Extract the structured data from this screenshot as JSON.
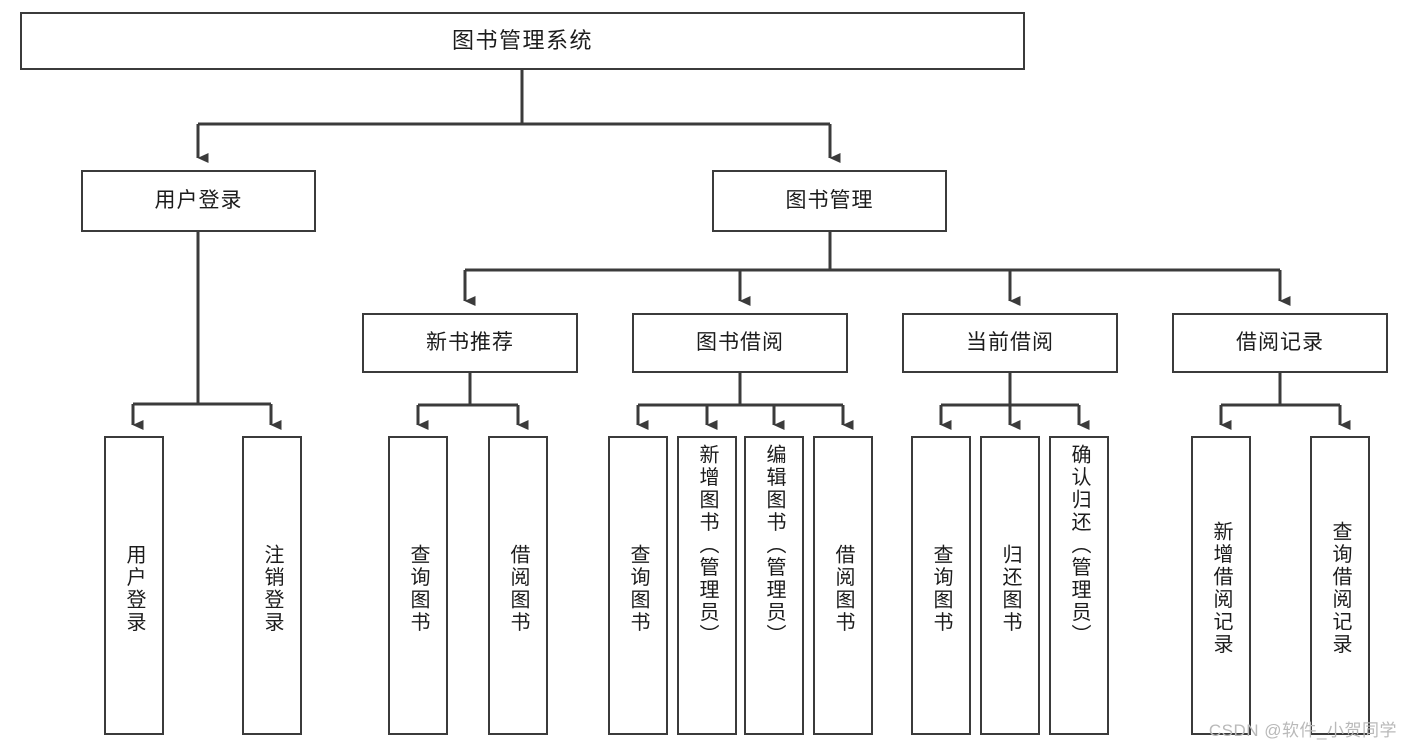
{
  "diagram": {
    "title": "图书管理系统",
    "type": "tree",
    "colors": {
      "box_border": "#3b3b3b",
      "box_fill": "#ffffff",
      "line": "#3b3b3b",
      "text": "#1c1c1c",
      "watermark": "#b9b9b9",
      "background": "#ffffff"
    },
    "root": {
      "label": "图书管理系统"
    },
    "level2": [
      {
        "label": "用户登录"
      },
      {
        "label": "图书管理"
      }
    ],
    "level3": [
      {
        "label": "新书推荐"
      },
      {
        "label": "图书借阅"
      },
      {
        "label": "当前借阅"
      },
      {
        "label": "借阅记录"
      }
    ],
    "leaves": {
      "user_login": [
        {
          "label": "用户登录"
        },
        {
          "label": "注销登录"
        }
      ],
      "new_book_recommend": [
        {
          "label": "查询图书"
        },
        {
          "label": "借阅图书"
        }
      ],
      "book_borrow": [
        {
          "label": "查询图书"
        },
        {
          "label": "新增图书（管理员）"
        },
        {
          "label": "编辑图书（管理员）"
        },
        {
          "label": "借阅图书"
        }
      ],
      "current_borrow": [
        {
          "label": "查询图书"
        },
        {
          "label": "归还图书"
        },
        {
          "label": "确认归还（管理员）"
        }
      ],
      "borrow_record": [
        {
          "label": "新增借阅记录"
        },
        {
          "label": "查询借阅记录"
        }
      ]
    },
    "watermark": "CSDN @软件_小贺同学"
  }
}
